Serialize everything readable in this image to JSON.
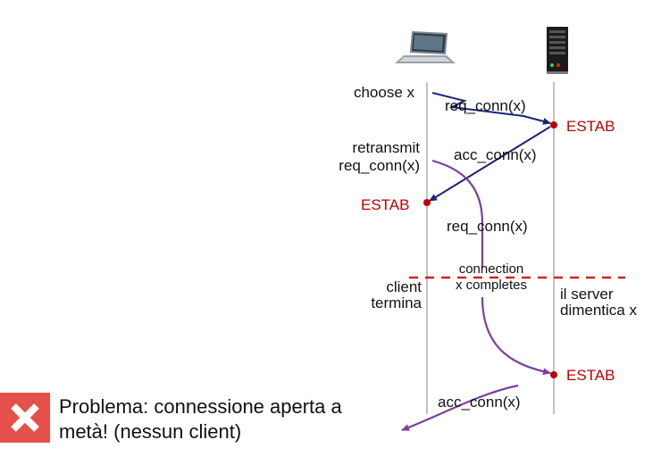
{
  "client": {
    "choose": "choose x",
    "retransmit": [
      "retransmit",
      "req_conn(x)"
    ],
    "estab": "ESTAB",
    "terminates": [
      "client",
      "termina"
    ]
  },
  "server": {
    "estab_top": "ESTAB",
    "estab_bottom": "ESTAB",
    "forgets": [
      "il server",
      "dimentica x"
    ]
  },
  "messages": {
    "req1": "req_conn(x)",
    "acc1": "acc_conn(x)",
    "req2": "req_conn(x)",
    "acc2": "acc_conn(x)"
  },
  "connection_note": [
    "connection",
    "x completes"
  ],
  "problem": {
    "icon": "close-icon",
    "line1": "Problema: connessione aperta a",
    "line2": "metà! (nessun client)"
  },
  "colors": {
    "blue_arrow": "#1a237e",
    "purple_arrow": "#7b3fa0",
    "estab_red": "#c00000",
    "dashed_red": "#d62020",
    "problem_red": "#e5504a"
  }
}
